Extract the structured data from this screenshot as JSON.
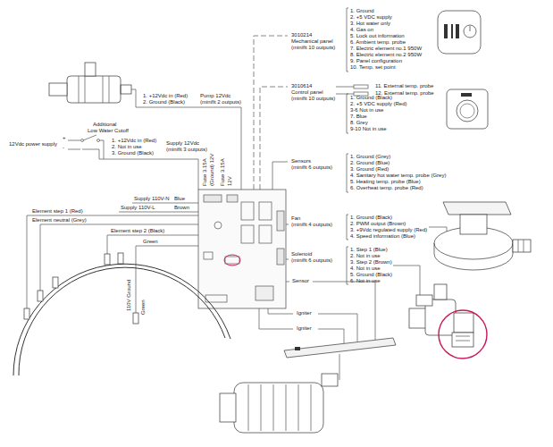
{
  "diagram": {
    "labels": [
      "1. Ground",
      "2. +5 VDC supply",
      "3. Hot water only",
      "4. Gas on",
      "5. Lock out information",
      "6. Ambient temp. probe",
      "7. Electric element no.1 950W",
      "8. Electric element no.2 950W",
      "9. Panel configuration",
      "10. Temp. set point",
      "11. External temp. probe",
      "12. External temp. probe",
      "3010214",
      "Mechanical panel",
      "(minifit 10 outputs)",
      "3010614",
      "Control panel",
      "(minifit 10 outputs)",
      "1. Ground (Black)",
      "2. +5 VDC supply (Red)",
      "3-6 Not in use",
      "7. Blue",
      "8. Grey",
      "9-10 Not in use",
      "1. +12Vdc in (Red)",
      "2. Ground (Black)",
      "Pump 12Vdc",
      "(minifit 2 outputs)",
      "Additional",
      "Low Water Cutoff",
      "12Vdc power supply",
      "+",
      "-",
      "1. +12Vdc in (Red)",
      "2. Not in use",
      "3. Ground (Black)",
      "Supply 12Vdc",
      "(minifit 3 outputs)",
      "Sensors",
      "(minifit 6 outputs)",
      "1. Ground (Grey)",
      "2. Ground (Blue)",
      "3. Ground (Red)",
      "4. Sanitary hot water temp. probe (Grey)",
      "5. Heating temp. probe (Blue)",
      "6. Overheat temp. probe (Red)",
      "Fan",
      "(minifit 4 outputs)",
      "1. Ground (Black)",
      "2. PWM output (Brown)",
      "3. +9Vdc regulated supply (Red)",
      "4. Speed information (Blue)",
      "Solenoid",
      "(minifit 6 outputs)",
      "1. Step 1 (Blue)",
      "2. Not in use",
      "3. Step 2 (Brown)",
      "4. Not in use",
      "5. Ground (Black)",
      "6. Not in use",
      "Fuse 3.15A",
      "(Ground) 12V",
      "Fuse 3.15A",
      "12V",
      "Supply 110V-N",
      "Blue",
      "Supply 110V-L",
      "Brown",
      "Element step 1 (Red)",
      "Element neutral (Grey)",
      "Element step 2 (Black)",
      "Green",
      "110V Ground",
      "Green",
      "Sensor",
      "Igniter",
      "Igniter"
    ]
  }
}
